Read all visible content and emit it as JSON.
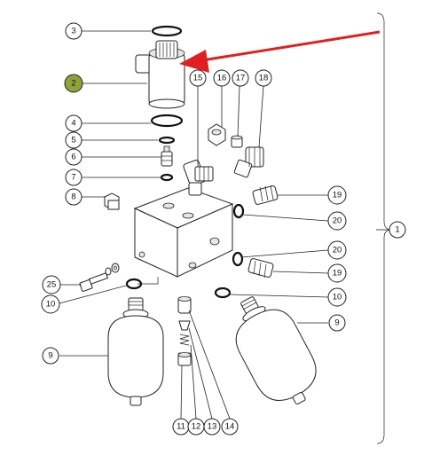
{
  "callouts": {
    "c1": "1",
    "c2": "2",
    "c3": "3",
    "c4": "4",
    "c5": "5",
    "c6": "6",
    "c7": "7",
    "c8": "8",
    "c9a": "9",
    "c9b": "9",
    "c10a": "10",
    "c10b": "10",
    "c11": "11",
    "c12": "12",
    "c13": "13",
    "c14": "14",
    "c15": "15",
    "c16": "16",
    "c17": "17",
    "c18": "18",
    "c19a": "19",
    "c19b": "19",
    "c20a": "20",
    "c20b": "20",
    "c25": "25"
  },
  "colors": {
    "highlight_callout": "#8fa13a",
    "arrow": "#e02020",
    "line": "#222222"
  },
  "icons": {
    "pointer": "red-arrow-icon"
  }
}
